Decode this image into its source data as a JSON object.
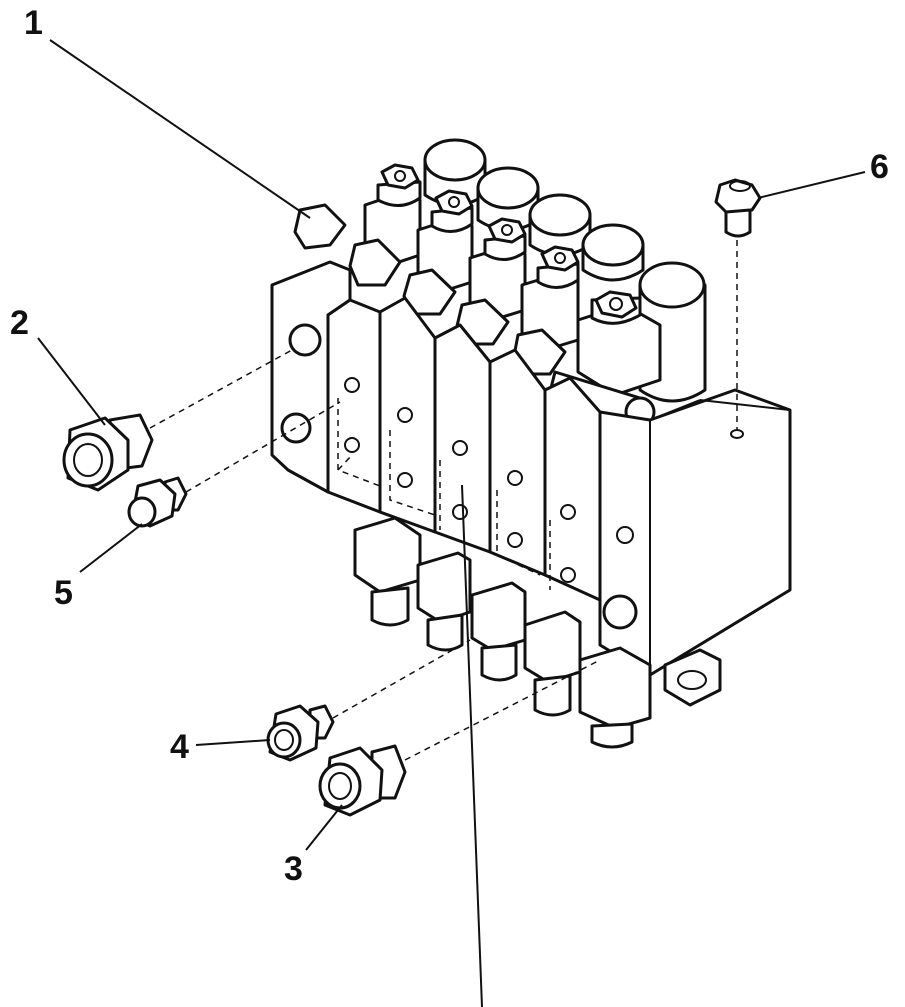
{
  "diagram": {
    "callouts": [
      {
        "id": "1",
        "label": "1"
      },
      {
        "id": "2",
        "label": "2"
      },
      {
        "id": "3",
        "label": "3"
      },
      {
        "id": "4",
        "label": "4"
      },
      {
        "id": "5",
        "label": "5"
      },
      {
        "id": "6",
        "label": "6"
      }
    ],
    "colors": {
      "line": "#111111",
      "background": "#ffffff",
      "shade": "#bdbdbd"
    }
  }
}
